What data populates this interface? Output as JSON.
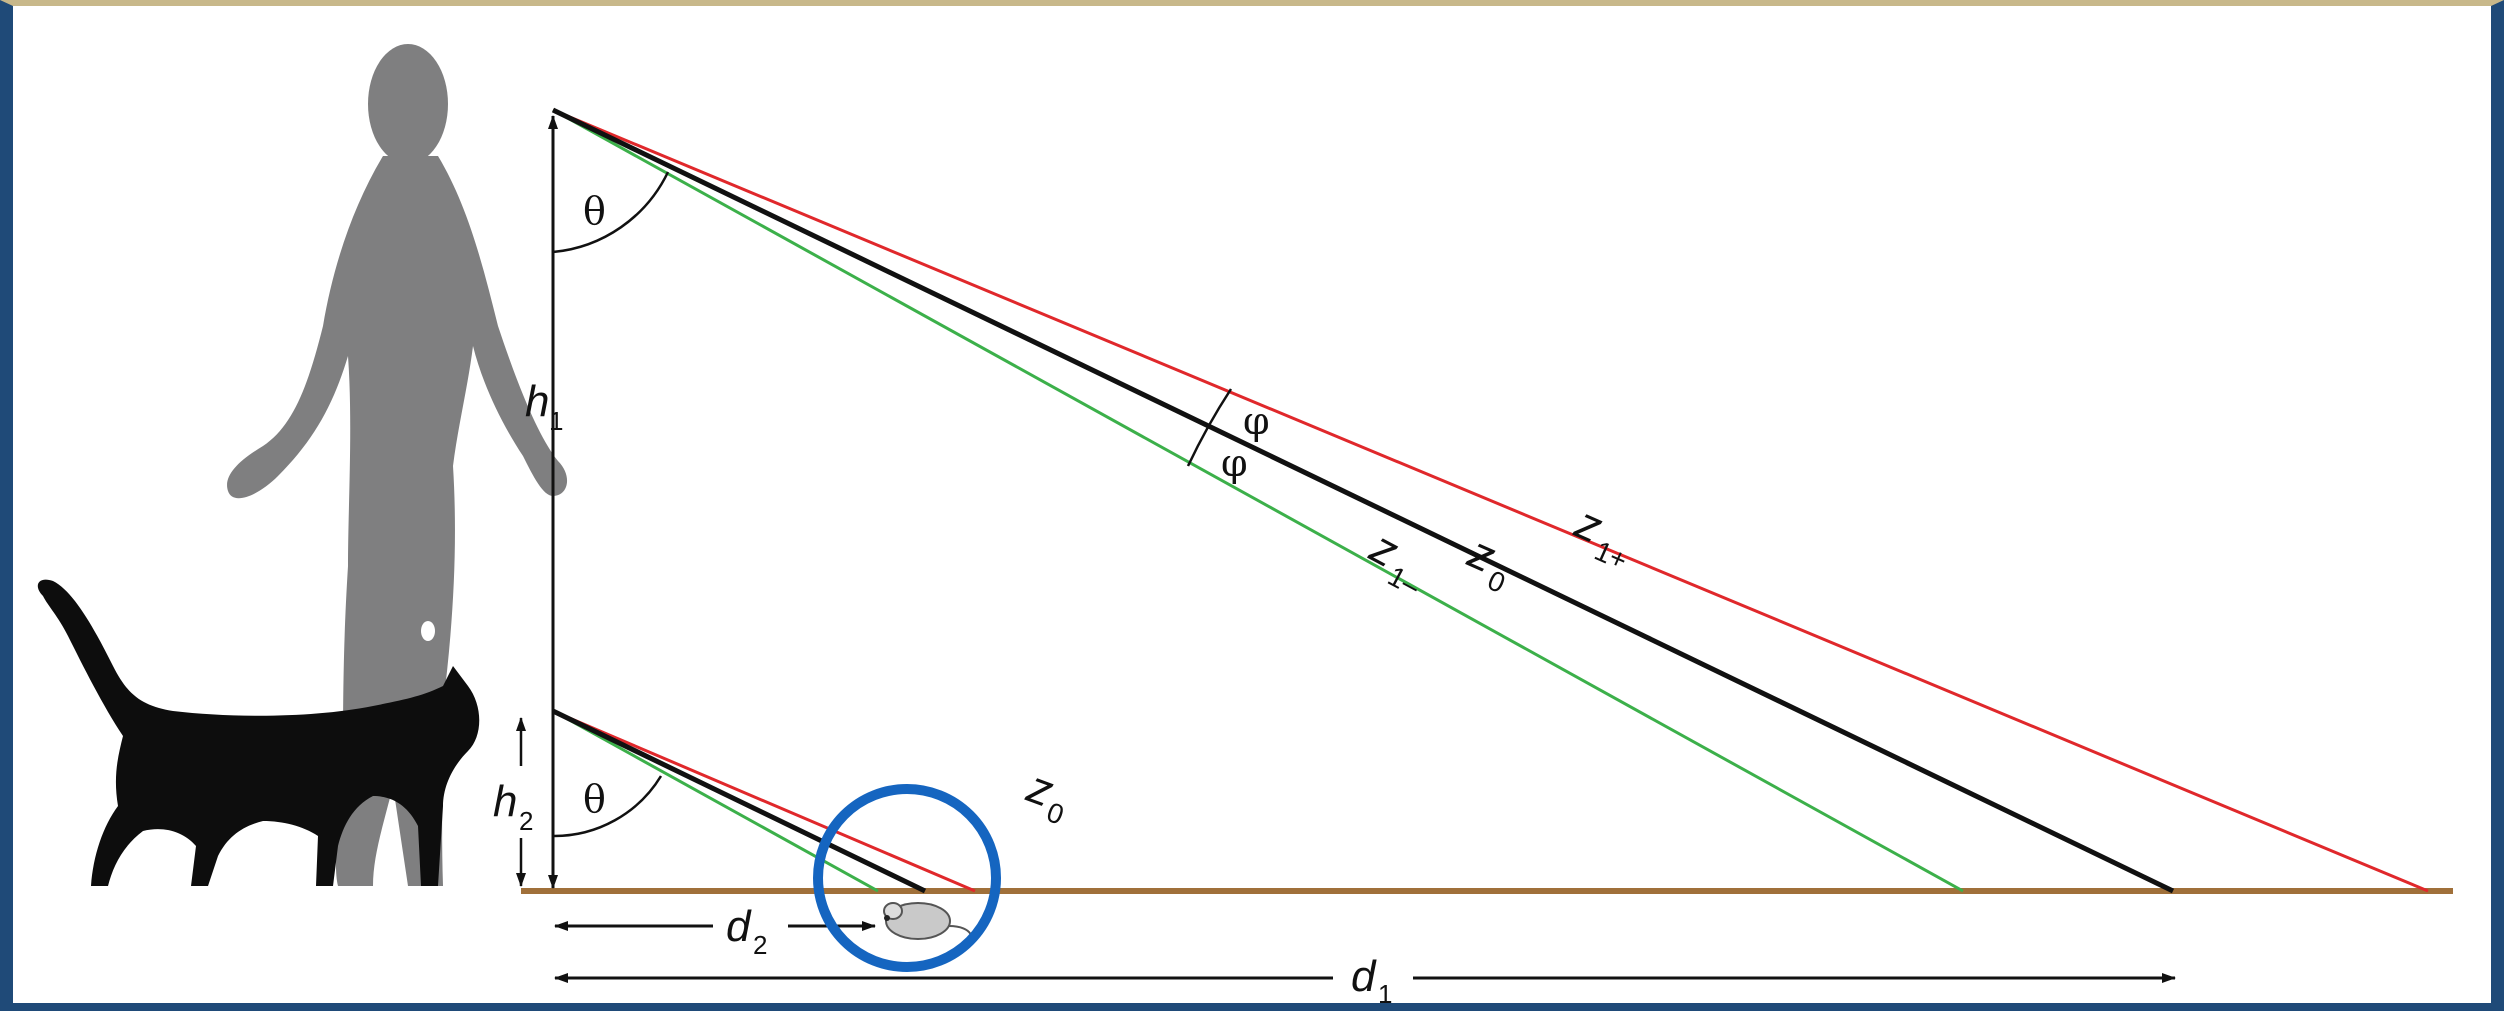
{
  "labels": {
    "theta_top": "θ",
    "theta_bottom": "θ",
    "phi_top": "φ",
    "phi_bottom": "φ",
    "h1": "h",
    "h1_sub": "1",
    "h2": "h",
    "h2_sub": "2",
    "z0_main": "z",
    "z0_main_sub": "0",
    "z1_plus": "z",
    "z1_plus_sub": "1+",
    "z1_minus": "z",
    "z1_minus_sub": "1–",
    "z0_small": "z",
    "z0_small_sub": "0",
    "d1": "d",
    "d1_sub": "1",
    "d2": "d",
    "d2_sub": "2"
  },
  "colors": {
    "frame": "#1f4a78",
    "frame_top": "#c8b88a",
    "ground": "#a0703a",
    "z1_plus_line": "#e0282b",
    "z1_minus_line": "#3cb04a",
    "z0_line": "#111111",
    "human_silhouette": "#7f7f80",
    "cat_silhouette": "#0d0d0d",
    "highlight_circle": "#1565c0"
  },
  "icons": {
    "human": "human-silhouette-icon",
    "cat": "cat-silhouette-icon",
    "mouse": "mouse-icon"
  }
}
